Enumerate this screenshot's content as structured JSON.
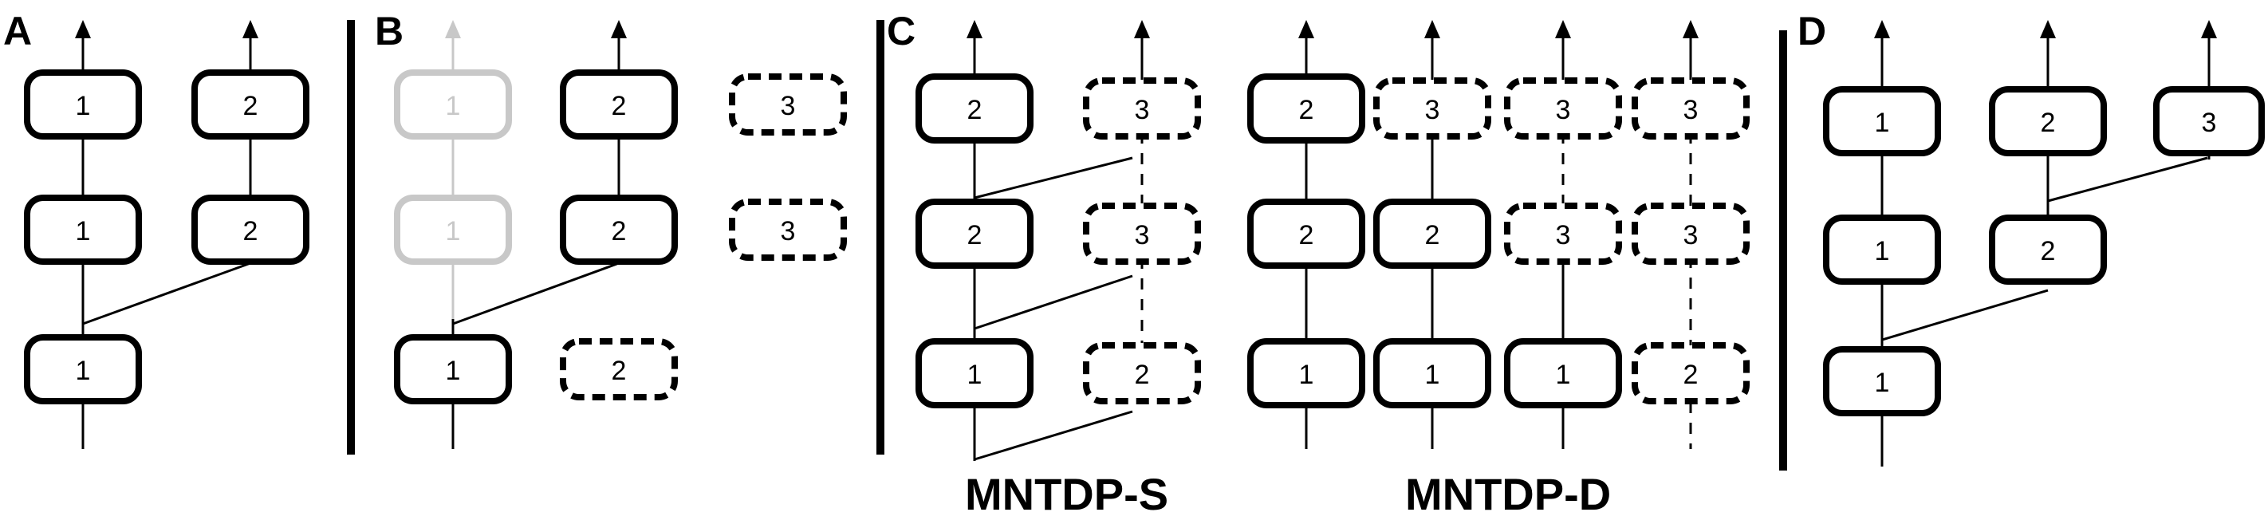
{
  "panels": [
    {
      "letter": "A"
    },
    {
      "letter": "B"
    },
    {
      "letter": "C",
      "captions": [
        "MNTDP-S",
        "MNTDP-D"
      ]
    },
    {
      "letter": "D"
    }
  ],
  "colors": {
    "solid": "#000000",
    "faded": "#c8c8c8",
    "background": "#ffffff"
  },
  "diagram": {
    "A": {
      "modules": [
        {
          "column": 1,
          "level": 3,
          "label": "1",
          "style": "solid"
        },
        {
          "column": 2,
          "level": 3,
          "label": "2",
          "style": "solid"
        },
        {
          "column": 1,
          "level": 2,
          "label": "1",
          "style": "solid"
        },
        {
          "column": 2,
          "level": 2,
          "label": "2",
          "style": "solid"
        },
        {
          "column": 1,
          "level": 1,
          "label": "1",
          "style": "solid"
        }
      ]
    },
    "B": {
      "modules": [
        {
          "column": 1,
          "level": 3,
          "label": "1",
          "style": "faded"
        },
        {
          "column": 2,
          "level": 3,
          "label": "2",
          "style": "solid"
        },
        {
          "column": 3,
          "level": 3,
          "label": "3",
          "style": "dashed"
        },
        {
          "column": 1,
          "level": 2,
          "label": "1",
          "style": "faded"
        },
        {
          "column": 2,
          "level": 2,
          "label": "2",
          "style": "solid"
        },
        {
          "column": 3,
          "level": 2,
          "label": "3",
          "style": "dashed"
        },
        {
          "column": 1,
          "level": 1,
          "label": "1",
          "style": "solid"
        },
        {
          "column": 2,
          "level": 1,
          "label": "2",
          "style": "dashed"
        }
      ]
    },
    "C_MNTDP_S": {
      "modules": [
        {
          "column": 1,
          "level": 3,
          "label": "2",
          "style": "solid"
        },
        {
          "column": 2,
          "level": 3,
          "label": "3",
          "style": "dashed"
        },
        {
          "column": 1,
          "level": 2,
          "label": "2",
          "style": "solid"
        },
        {
          "column": 2,
          "level": 2,
          "label": "3",
          "style": "dashed"
        },
        {
          "column": 1,
          "level": 1,
          "label": "1",
          "style": "solid"
        },
        {
          "column": 2,
          "level": 1,
          "label": "2",
          "style": "dashed"
        }
      ]
    },
    "C_MNTDP_D": {
      "modules": [
        {
          "column": 1,
          "level": 3,
          "label": "2",
          "style": "solid"
        },
        {
          "column": 2,
          "level": 3,
          "label": "3",
          "style": "dashed"
        },
        {
          "column": 3,
          "level": 3,
          "label": "3",
          "style": "dashed"
        },
        {
          "column": 4,
          "level": 3,
          "label": "3",
          "style": "dashed"
        },
        {
          "column": 1,
          "level": 2,
          "label": "2",
          "style": "solid"
        },
        {
          "column": 2,
          "level": 2,
          "label": "2",
          "style": "solid"
        },
        {
          "column": 3,
          "level": 2,
          "label": "3",
          "style": "dashed"
        },
        {
          "column": 4,
          "level": 2,
          "label": "3",
          "style": "dashed"
        },
        {
          "column": 1,
          "level": 1,
          "label": "1",
          "style": "solid"
        },
        {
          "column": 2,
          "level": 1,
          "label": "1",
          "style": "solid"
        },
        {
          "column": 3,
          "level": 1,
          "label": "1",
          "style": "solid"
        },
        {
          "column": 4,
          "level": 1,
          "label": "2",
          "style": "dashed"
        }
      ]
    },
    "D": {
      "modules": [
        {
          "column": 1,
          "level": 3,
          "label": "1",
          "style": "solid"
        },
        {
          "column": 2,
          "level": 3,
          "label": "2",
          "style": "solid"
        },
        {
          "column": 3,
          "level": 3,
          "label": "3",
          "style": "solid"
        },
        {
          "column": 1,
          "level": 2,
          "label": "1",
          "style": "solid"
        },
        {
          "column": 2,
          "level": 2,
          "label": "2",
          "style": "solid"
        },
        {
          "column": 1,
          "level": 1,
          "label": "1",
          "style": "solid"
        }
      ]
    }
  }
}
